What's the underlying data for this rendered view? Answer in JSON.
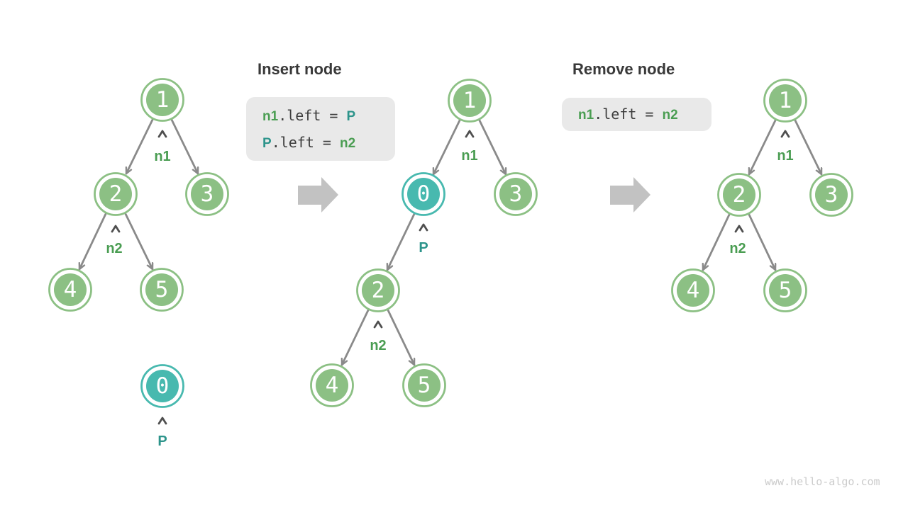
{
  "sections": {
    "insert": {
      "title": "Insert node",
      "code": {
        "line1": {
          "var1": "n1",
          "op": ".left = ",
          "var2": "P"
        },
        "line2": {
          "var1": "P",
          "op": ".left = ",
          "var2": "n2"
        }
      }
    },
    "remove": {
      "title": "Remove node",
      "code": {
        "line1": {
          "var1": "n1",
          "op": ".left = ",
          "var2": "n2"
        }
      }
    }
  },
  "trees": {
    "before": {
      "nodes": [
        "1",
        "2",
        "3",
        "4",
        "5"
      ],
      "edge_labels": [
        "n1",
        "n2"
      ],
      "detached": {
        "value": "0",
        "label": "P"
      }
    },
    "after_insert": {
      "nodes": [
        "1",
        "0",
        "3",
        "2",
        "4",
        "5"
      ],
      "edge_labels": [
        "n1",
        "P",
        "n2"
      ]
    },
    "after_remove": {
      "nodes": [
        "1",
        "2",
        "3",
        "4",
        "5"
      ],
      "edge_labels": [
        "n1",
        "n2"
      ]
    }
  },
  "colors": {
    "node_green": "#8cc084",
    "node_teal": "#48b9af",
    "label_green": "#4a9d52",
    "label_teal": "#2d948b",
    "edge_gray": "#8a8a8a",
    "block_arrow_gray": "#c2c2c2",
    "code_box_bg": "#e9e9e9",
    "code_text": "#3d3d3d",
    "title_text": "#393939"
  },
  "watermark": "www.hello-algo.com"
}
